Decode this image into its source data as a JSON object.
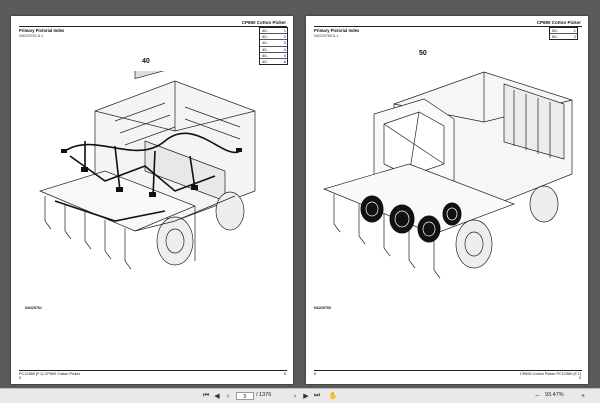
{
  "left_page": {
    "header_title": "CP690 Cotton Picker",
    "index_title": "Primary Pictorial Index",
    "index_code": "NX229761 A 1",
    "index_rows": [
      {
        "key": "40-",
        "value": "1"
      },
      {
        "key": "40-",
        "value": "2"
      },
      {
        "key": "40-",
        "value": "3"
      },
      {
        "key": "40-",
        "value": "4"
      },
      {
        "key": "40-",
        "value": "5"
      },
      {
        "key": "40-",
        "value": "6"
      }
    ],
    "figure_number": "40",
    "figure_code": "NX229761",
    "footer_left_line1": "PC12380  (F.1)    CP690 Cotton Picker",
    "footer_left_line2": "0",
    "footer_right": "5"
  },
  "right_page": {
    "header_title": "CP690 Cotton Picker",
    "index_title": "Primary Pictorial Index",
    "index_code": "NX229760 A 1",
    "index_rows": [
      {
        "key": "50-",
        "value": "1"
      },
      {
        "key": "50-",
        "value": "2"
      }
    ],
    "figure_number": "50",
    "figure_code": "NX229760",
    "footer_left": "6",
    "footer_right_line1": "CP690 Cotton Picker  PC12380  (F.1)",
    "footer_right_line2": "0"
  },
  "toolbar": {
    "current_page": "5",
    "total_pages": "/ 1376",
    "zoom": "93.47%"
  },
  "colors": {
    "viewer_background": "#5b5b5b",
    "toolbar": "#e9e9e9",
    "link": "#0000cc"
  }
}
